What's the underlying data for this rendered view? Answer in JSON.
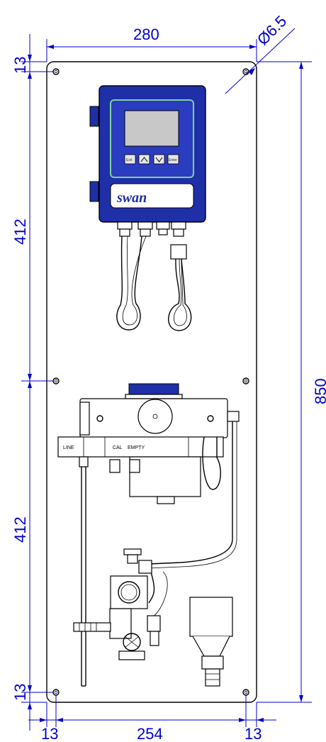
{
  "dimensions": {
    "top_width": "280",
    "hole_diameter": "Ø6.5",
    "top_margin_left": "13",
    "upper_height": "412",
    "lower_height": "412",
    "bottom_margin_left": "13",
    "total_height": "850",
    "bottom_left": "13",
    "bottom_middle": "254",
    "bottom_right": "13"
  },
  "labels": {
    "brand": "swan",
    "line": "LINE",
    "cal": "CAL",
    "empty": "EMPTY",
    "btn_exit": "Exit",
    "btn_enter": "Enter"
  },
  "colors": {
    "dimension": "#0000cc",
    "enclosure": "#1f2fa8",
    "display": "#c8c8c8"
  }
}
